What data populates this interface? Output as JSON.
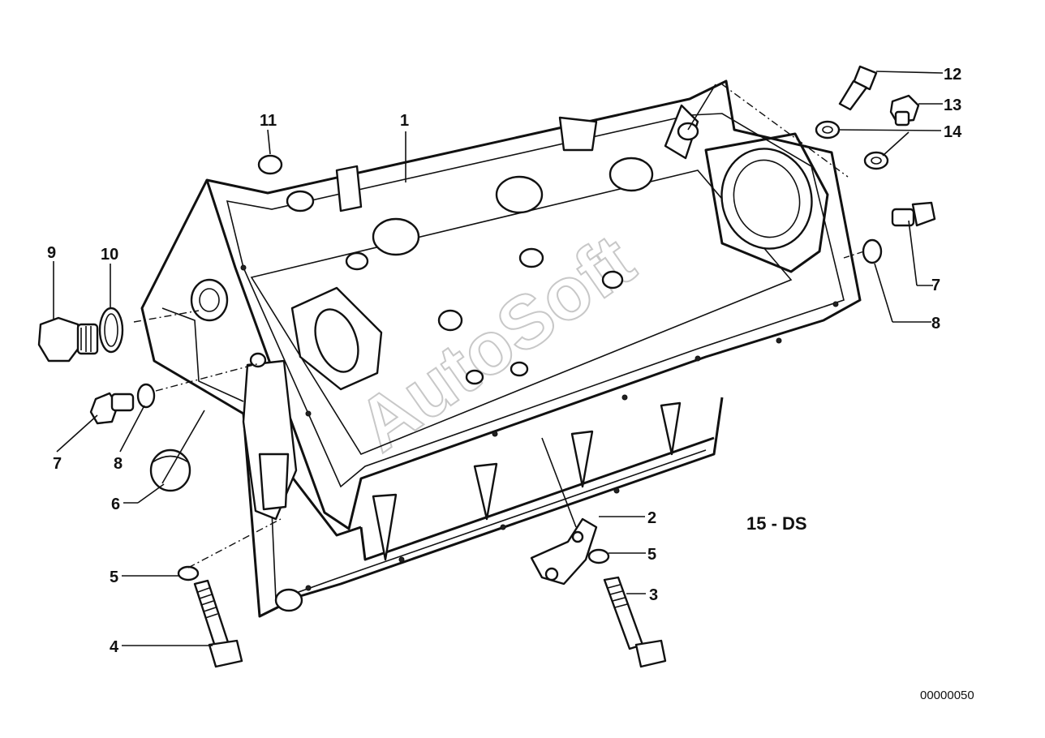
{
  "diagram": {
    "callouts": {
      "c1": "1",
      "c2": "2",
      "c3": "3",
      "c4": "4",
      "c5a": "5",
      "c5b": "5",
      "c6": "6",
      "c7a": "7",
      "c7b": "7",
      "c8a": "8",
      "c8b": "8",
      "c9": "9",
      "c10": "10",
      "c11": "11",
      "c12": "12",
      "c13": "13",
      "c14": "14"
    },
    "variant_code": "15 - DS",
    "part_number": "00000050",
    "watermark": "AutoSoft"
  }
}
